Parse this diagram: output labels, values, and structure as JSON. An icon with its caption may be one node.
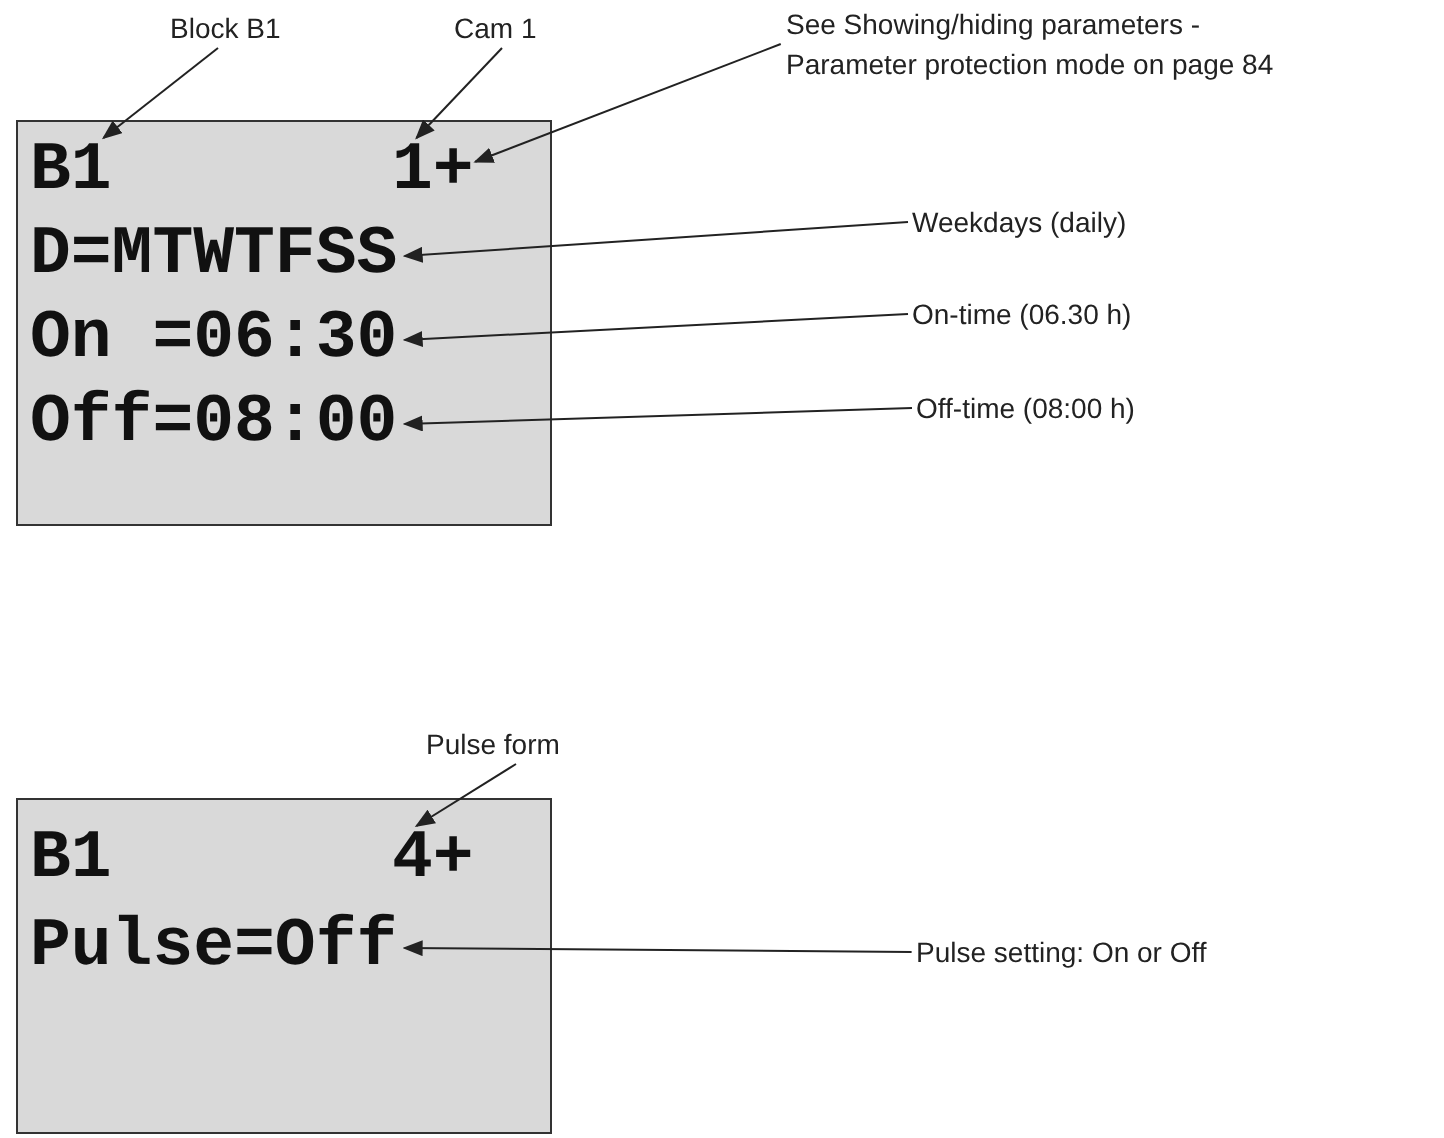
{
  "diagram": {
    "nodes": [
      {
        "text": [
          "Block B1"
        ]
      },
      {
        "text": [
          "Cam 1"
        ]
      },
      {
        "text": [
          "See Showing/hiding parameters - Parameter protection mode on page 84"
        ]
      },
      {
        "text": [],
        "shape": "box"
      },
      {
        "text": [
          "B1"
        ],
        "in": 3
      },
      {
        "text": [
          "1+"
        ],
        "in": 3
      },
      {
        "text": [
          "D=MTWTFSS"
        ],
        "in": 3
      },
      {
        "text": [
          "On =06:30"
        ],
        "in": 3
      },
      {
        "text": [
          "Off=08:00"
        ],
        "in": 3
      },
      {
        "text": [
          "Weekdays (daily)"
        ]
      },
      {
        "text": [
          "On-time (06.30 h)"
        ]
      },
      {
        "text": [
          "Off-time (08:00 h)"
        ]
      },
      {
        "text": [
          "Pulse form"
        ]
      },
      {
        "text": [],
        "shape": "box"
      },
      {
        "text": [
          "B1"
        ],
        "in": 13
      },
      {
        "text": [
          "4+"
        ],
        "in": 13
      },
      {
        "text": [
          "Pulse=Off"
        ],
        "in": 13
      },
      {
        "text": [
          "Pulse setting: On or Off"
        ]
      }
    ],
    "edges": [
      {
        "from": 0,
        "to": 4,
        "arrow": "to"
      },
      {
        "from": 1,
        "to": 5,
        "arrow": "to"
      },
      {
        "from": 2,
        "to": 5,
        "arrow": "to"
      },
      {
        "from": 9,
        "to": 6,
        "arrow": "to"
      },
      {
        "from": 10,
        "to": 7,
        "arrow": "to"
      },
      {
        "from": 11,
        "to": 8,
        "arrow": "to"
      },
      {
        "from": 12,
        "to": 15,
        "arrow": "to"
      },
      {
        "from": 17,
        "to": 16,
        "arrow": "to"
      }
    ]
  }
}
